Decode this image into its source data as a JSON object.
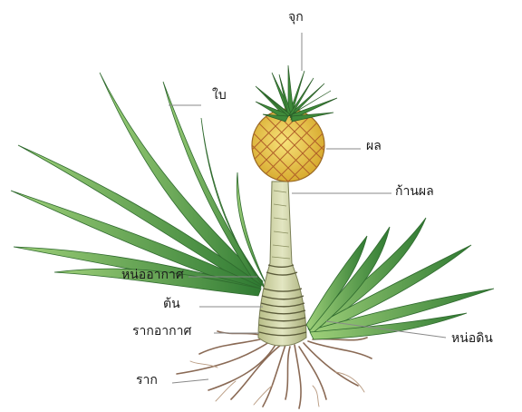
{
  "diagram": {
    "labels": {
      "crown": "จุก",
      "leaf": "ใบ",
      "fruit": "ผล",
      "peduncle": "ก้านผล",
      "aerial_sucker": "หน่ออากาศ",
      "stem": "ต้น",
      "aerial_root": "รากอากาศ",
      "ground_sucker": "หน่อดิน",
      "root": "ราก"
    },
    "colors": {
      "leaf": "#3f8a3a",
      "leaf_light": "#8cc46a",
      "fruit": "#e9c23a",
      "fruit_grid": "#b0602a",
      "stem": "#c9cfa0",
      "stem_band": "#5b5b3a",
      "root": "#8a6a55",
      "leader_line": "#8a8a8a"
    }
  }
}
